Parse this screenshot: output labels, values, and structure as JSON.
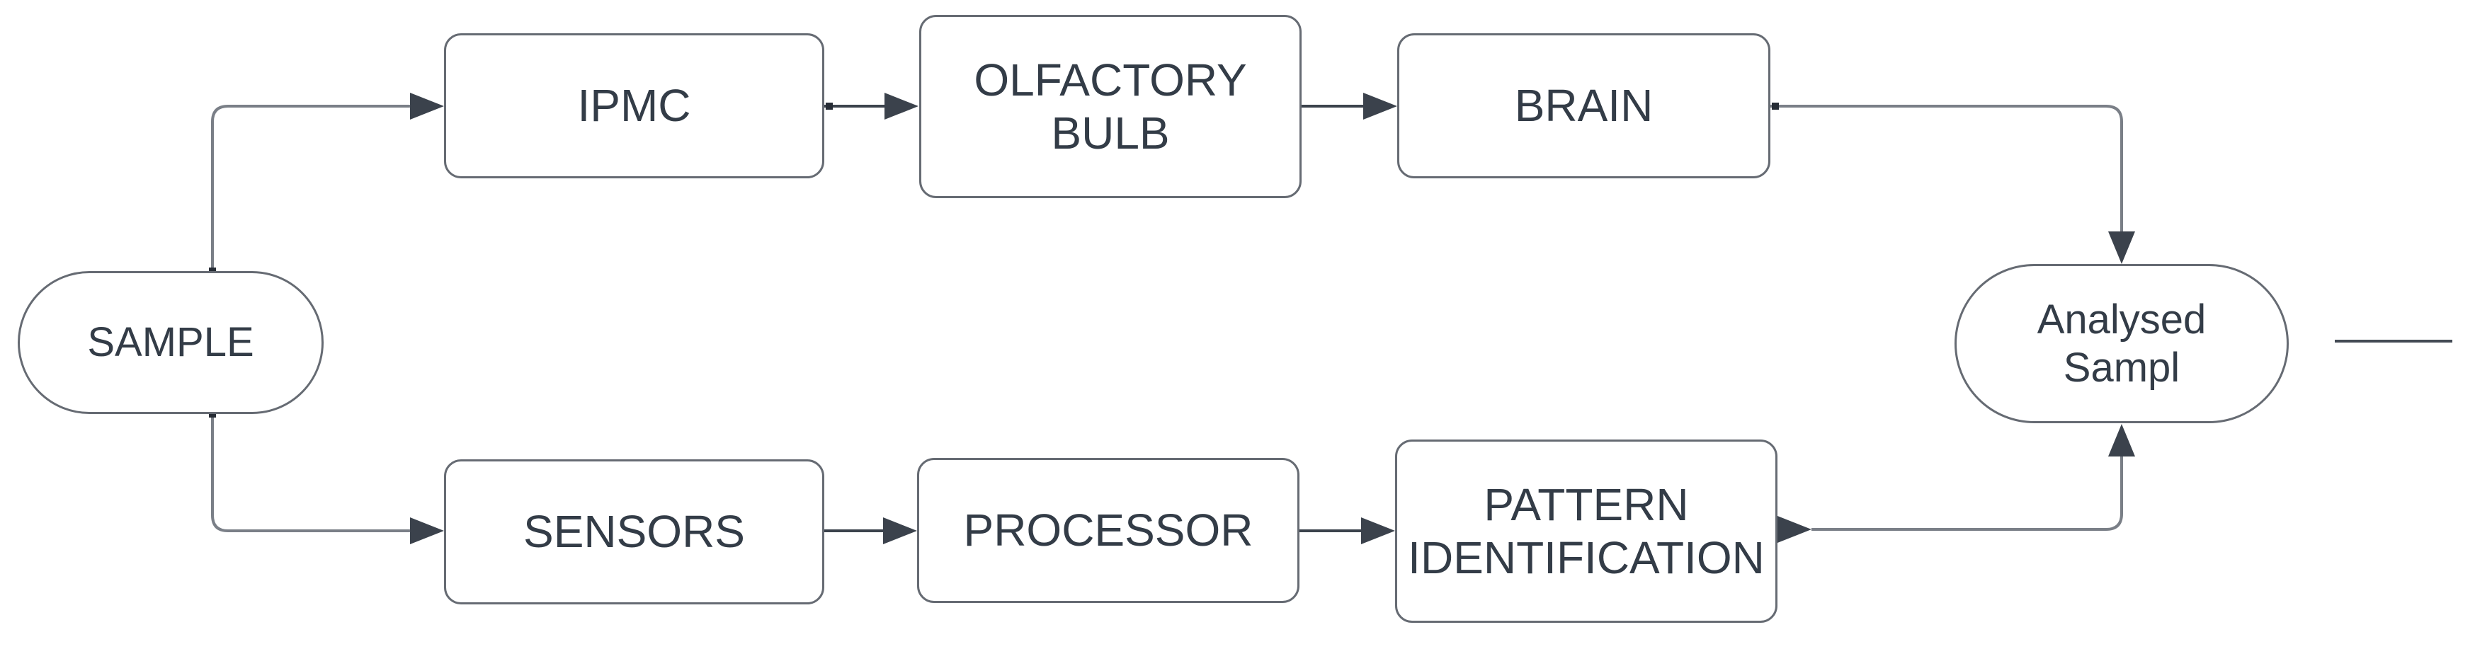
{
  "diagram": {
    "nodes": {
      "sample": {
        "label": "SAMPLE",
        "shape": "stadium"
      },
      "ipmc": {
        "label": "IPMC",
        "shape": "rounded-rect"
      },
      "olfactory_bulb": {
        "line1": "OLFACTORY",
        "line2": "BULB",
        "shape": "rounded-rect"
      },
      "brain": {
        "label": "BRAIN",
        "shape": "rounded-rect"
      },
      "sensors": {
        "label": "SENSORS",
        "shape": "rounded-rect"
      },
      "processor": {
        "label": "PROCESSOR",
        "shape": "rounded-rect"
      },
      "pattern_identification": {
        "line1": "PATTERN",
        "line2": "IDENTIFICATION",
        "shape": "rounded-rect"
      },
      "analysed_sample": {
        "line1": "Analysed",
        "line2": "Sampl",
        "shape": "stadium"
      }
    },
    "edges": [
      {
        "from": "sample",
        "to": "ipmc"
      },
      {
        "from": "sample",
        "to": "sensors"
      },
      {
        "from": "ipmc",
        "to": "olfactory_bulb"
      },
      {
        "from": "olfactory_bulb",
        "to": "brain"
      },
      {
        "from": "brain",
        "to": "analysed_sample"
      },
      {
        "from": "sensors",
        "to": "processor"
      },
      {
        "from": "processor",
        "to": "pattern_identification"
      },
      {
        "from": "pattern_identification",
        "to": "analysed_sample"
      }
    ],
    "colors": {
      "stroke": "#7a7f87",
      "arrow": "#3b424c",
      "text": "#333c47",
      "border": "#666b73",
      "bg": "#ffffff"
    }
  }
}
